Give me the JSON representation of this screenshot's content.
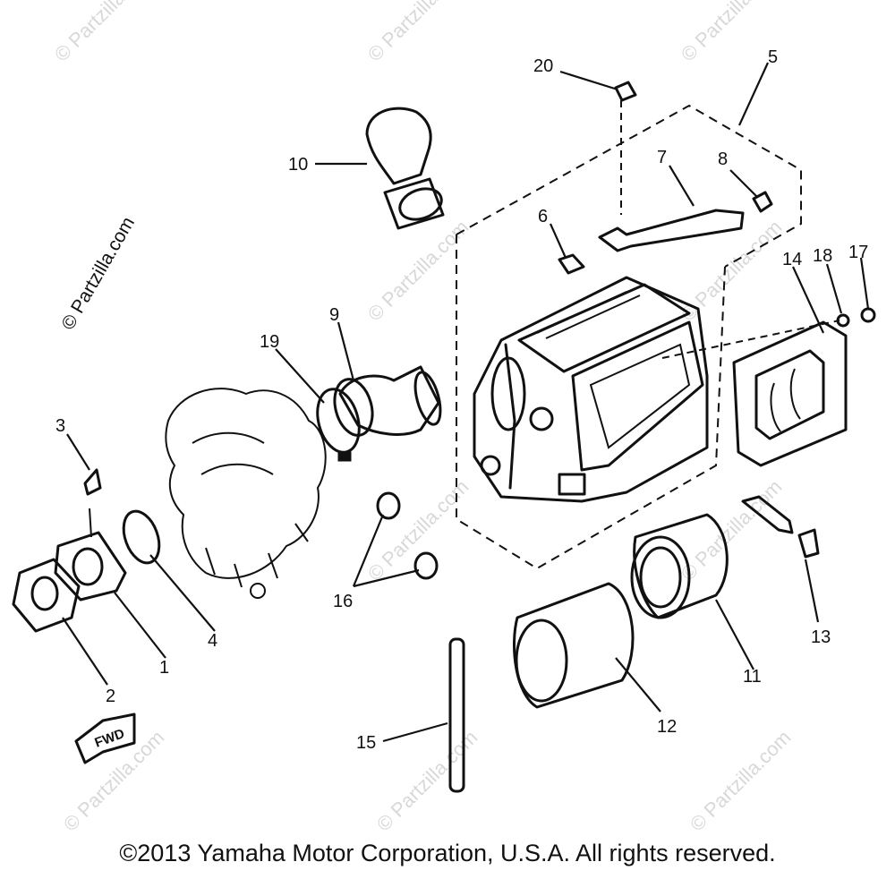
{
  "watermark": "© Partzilla.com",
  "fwd_label": "FWD",
  "callouts": {
    "c1": "1",
    "c2": "2",
    "c3": "3",
    "c4": "4",
    "c5": "5",
    "c6": "6",
    "c7": "7",
    "c8": "8",
    "c9": "9",
    "c10": "10",
    "c11": "11",
    "c12": "12",
    "c13": "13",
    "c14": "14",
    "c15": "15",
    "c16": "16",
    "c17": "17",
    "c18": "18",
    "c19": "19",
    "c20": "20"
  },
  "copyright": "©2013 Yamaha Motor Corporation, U.S.A. All rights reserved."
}
